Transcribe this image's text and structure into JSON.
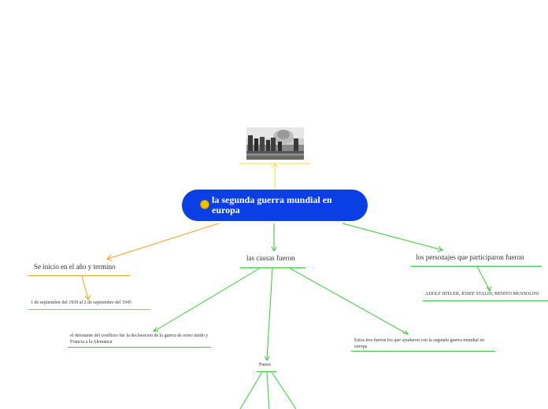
{
  "central_topic": {
    "label": "la segunda guerra mundial  en europa",
    "icon": "smiley-icon"
  },
  "image_topic": {
    "kind": "black-and-white photograph of a wartime scene"
  },
  "branches": {
    "start_end": {
      "label": "Se inicio en el año y termino",
      "child": "1 de septiembre del 1939 al 2 de septiembre del 1945"
    },
    "causes": {
      "label": "las causas fueron",
      "children": {
        "detonator": "el detonante del conflicto fue la declaracion de la guerra de reino unido y Francia a la Alemanca",
        "countries": "Paises",
        "allies": "Estos tres  fueron los que ayudaron con la segunda guerra mundial en europa"
      }
    },
    "people": {
      "label": "los personajes que participaron fueron",
      "child": "ADOLF HITLER, JOSEF STALIN, BENITO MUSSOLINI"
    }
  },
  "colors": {
    "central_fill": "#0a3fe6",
    "orange_branch": "#f0a020",
    "green_branch": "#33cc33",
    "image_branch": "#ffff33"
  }
}
